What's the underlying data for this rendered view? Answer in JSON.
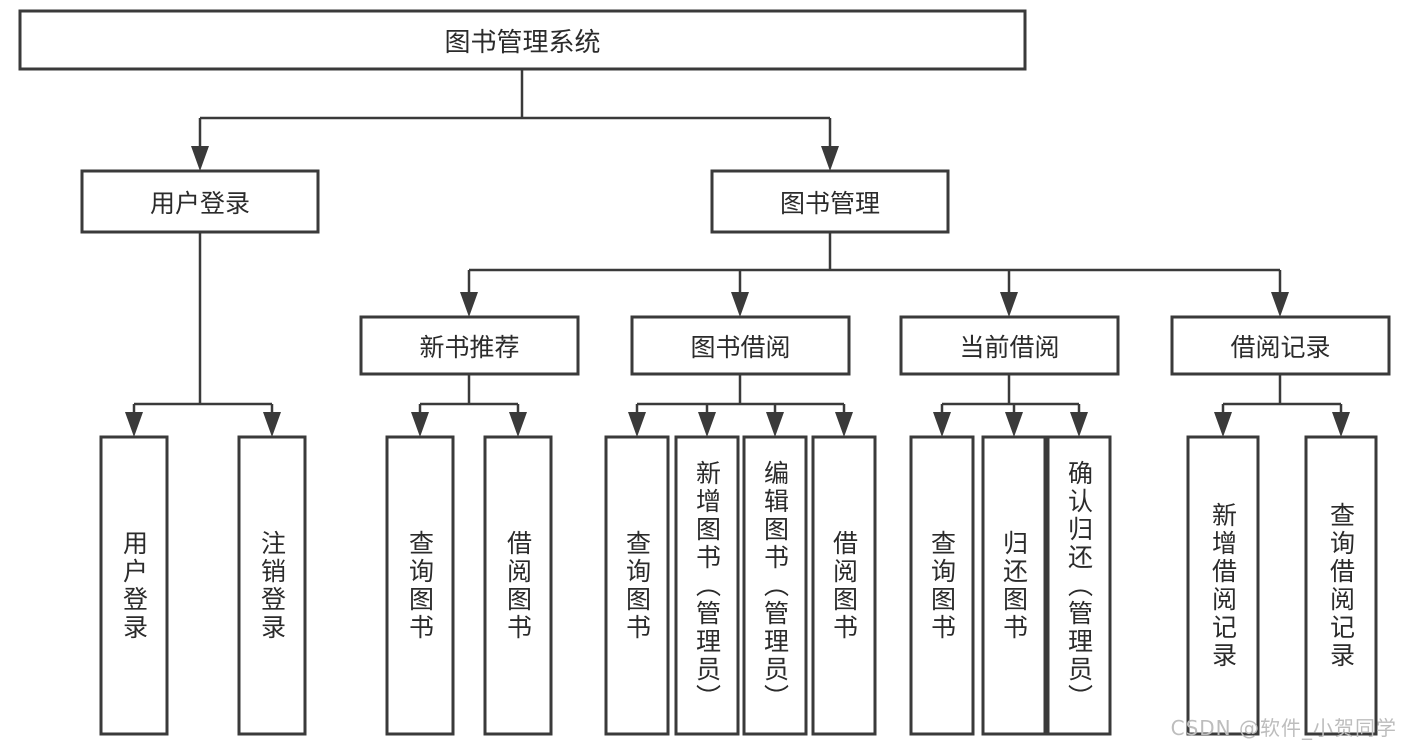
{
  "diagram": {
    "type": "tree-hierarchy",
    "title": "图书管理系统",
    "watermark": "CSDN @软件_小贺同学",
    "colors": {
      "box_stroke": "#3a3a3a",
      "box_fill": "#ffffff",
      "text": "#2b2b2b",
      "watermark": "#bdbdbd",
      "background": "#ffffff"
    },
    "levels": {
      "root": {
        "label": "图书管理系统"
      },
      "level2": [
        {
          "label": "用户登录"
        },
        {
          "label": "图书管理"
        }
      ],
      "level3": [
        {
          "label": "新书推荐"
        },
        {
          "label": "图书借阅"
        },
        {
          "label": "当前借阅"
        },
        {
          "label": "借阅记录"
        }
      ],
      "leaves": [
        {
          "label": "用户登录",
          "parent": "用户登录"
        },
        {
          "label": "注销登录",
          "parent": "用户登录"
        },
        {
          "label": "查询图书",
          "parent": "新书推荐"
        },
        {
          "label": "借阅图书",
          "parent": "新书推荐"
        },
        {
          "label": "查询图书",
          "parent": "图书借阅"
        },
        {
          "label": "新增图书（管理员）",
          "parent": "图书借阅"
        },
        {
          "label": "编辑图书（管理员）",
          "parent": "图书借阅"
        },
        {
          "label": "借阅图书",
          "parent": "图书借阅"
        },
        {
          "label": "查询图书",
          "parent": "当前借阅"
        },
        {
          "label": "归还图书",
          "parent": "当前借阅"
        },
        {
          "label": "确认归还（管理员）",
          "parent": "当前借阅"
        },
        {
          "label": "新增借阅记录",
          "parent": "借阅记录"
        },
        {
          "label": "查询借阅记录",
          "parent": "借阅记录"
        }
      ]
    }
  }
}
